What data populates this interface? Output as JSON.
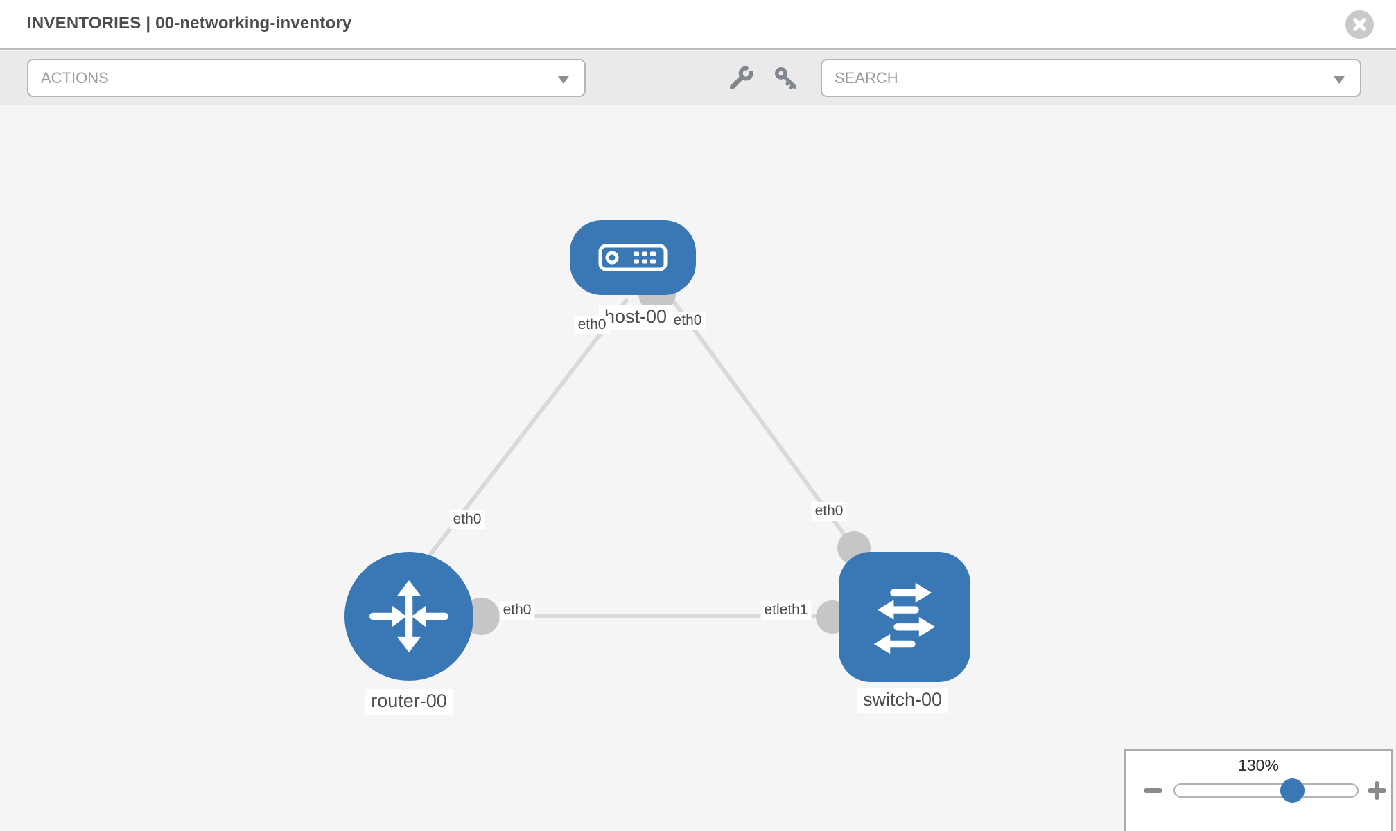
{
  "header": {
    "title": "INVENTORIES | 00-networking-inventory",
    "close_icon": "close-circle-icon"
  },
  "toolbar": {
    "actions_dropdown": {
      "label": "ACTIONS"
    },
    "search_dropdown": {
      "label": "SEARCH"
    },
    "icons": [
      "wrench-icon",
      "key-icon"
    ]
  },
  "topology": {
    "nodes": [
      {
        "label": "host-00",
        "type": "host",
        "icon": "host-device-icon"
      },
      {
        "label": "router-00",
        "type": "router",
        "icon": "router-device-icon"
      },
      {
        "label": "switch-00",
        "type": "switch",
        "icon": "switch-device-icon"
      }
    ],
    "links": [
      {
        "from": "host-00",
        "to": "router-00"
      },
      {
        "from": "host-00",
        "to": "switch-00"
      },
      {
        "from": "router-00",
        "to": "switch-00"
      }
    ],
    "interface_labels": {
      "host_to_router": "eth0",
      "host_to_switch": "eth0",
      "router_to_host": "eth0",
      "switch_to_host": "eth0",
      "router_to_switch": "eth0",
      "switch_to_router": "etleth1"
    }
  },
  "zoom_control": {
    "level": "130%"
  },
  "colors": {
    "node_blue": "#3a77b5",
    "link_gray": "#d9d9d9",
    "connector_gray": "#c6c6c6",
    "toolbar_bg": "#eaeaea",
    "canvas_bg": "#f5f5f5"
  }
}
